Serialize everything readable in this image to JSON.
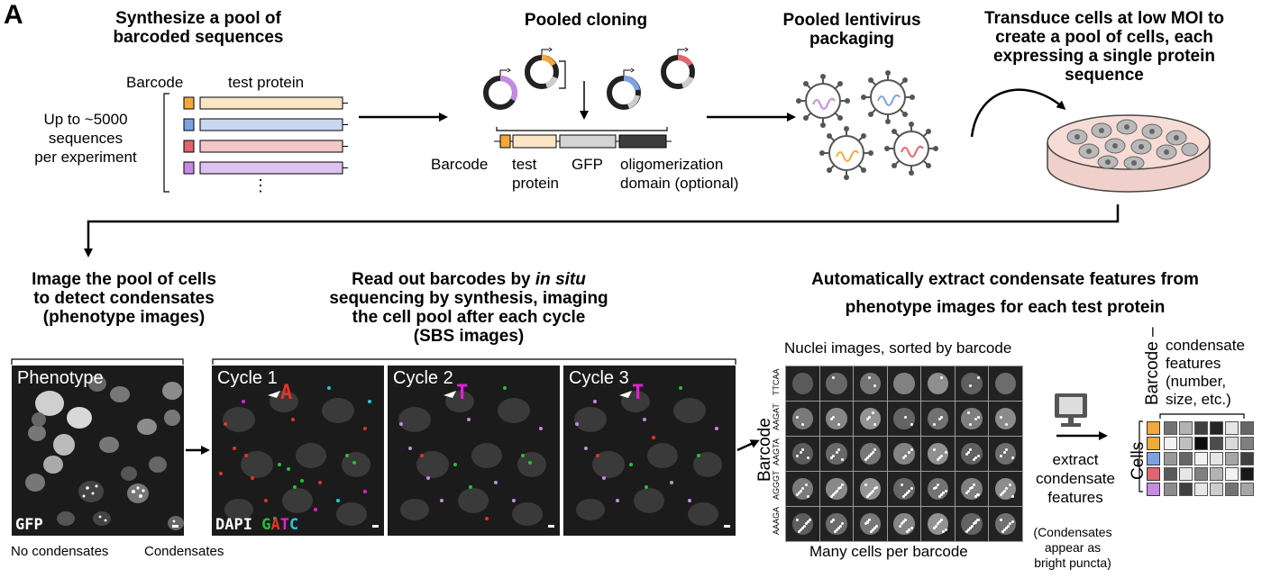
{
  "panel_letter": "A",
  "steps": {
    "synth": {
      "title_l1": "Synthesize a pool of",
      "title_l2": "barcoded sequences",
      "barcode_label": "Barcode",
      "protein_label": "test protein",
      "count_l1": "Up to ~5000",
      "count_l2": "sequences",
      "count_l3": "per experiment",
      "ellipsis": "⋮"
    },
    "cloning": {
      "title": "Pooled cloning",
      "barcode": "Barcode",
      "test_l1": "test",
      "test_l2": "protein",
      "gfp": "GFP",
      "oligo_l1": "oligomerization",
      "oligo_l2": "domain (optional)"
    },
    "packaging": {
      "title_l1": "Pooled lentivirus",
      "title_l2": "packaging"
    },
    "transduce": {
      "l1": "Transduce cells at low MOI to",
      "l2": "create a pool of cells, each",
      "l3": "expressing a single protein",
      "l4": "sequence"
    },
    "image": {
      "l1": "Image the pool of cells",
      "l2": "to detect condensates",
      "l3": "(phenotype images)"
    },
    "readout": {
      "l1a": "Read out barcodes by ",
      "l1b": "in situ",
      "l2": "sequencing by synthesis, imaging",
      "l3": "the cell pool after each cycle",
      "l4": "(SBS images)"
    },
    "extract": {
      "l1": "Automatically extract condensate features from",
      "l2": "phenotype images for each test protein"
    }
  },
  "phenotype_panel": {
    "title": "Phenotype",
    "channel": "GFP",
    "arrow_left": "No condensates",
    "arrow_right": "Condensates"
  },
  "cycles": [
    {
      "title": "Cycle 1",
      "base": "A",
      "color": "#e8332a"
    },
    {
      "title": "Cycle 2",
      "base": "T",
      "color": "#e61fd6"
    },
    {
      "title": "Cycle 3",
      "base": "T",
      "color": "#e61fd6"
    }
  ],
  "channels": {
    "dapi": "DAPI",
    "g": "G",
    "a": "A",
    "t": "T",
    "c": "C"
  },
  "base_colors": {
    "G": "#22c235",
    "A": "#e8332a",
    "T": "#e61fd6",
    "C": "#25c8d8"
  },
  "nuclei": {
    "title": "Nuclei images, sorted by barcode",
    "axis": "Barcode",
    "barcodes": [
      "TTCAA",
      "AAGAT",
      "AAGTA",
      "AGGGT",
      "AAAGA"
    ],
    "footer": "Many cells per barcode",
    "note_l1": "(Condensates",
    "note_l2": "appear as",
    "note_l3": "bright puncta)"
  },
  "extract_label": {
    "l1": "extract",
    "l2": "condensate",
    "l3": "features"
  },
  "heatmap": {
    "cells_label": "Cells",
    "barcode_label": "Barcode",
    "dash": "–",
    "features_l1": "condensate",
    "features_l2": "features",
    "features_l3": "(number,",
    "features_l4": "size, etc.)",
    "row_colors": [
      "#f2a93a",
      "#f2a93a",
      "#7ea2e0",
      "#e0656e",
      "#c58be0"
    ],
    "grid": [
      [
        0.55,
        0.3,
        0.75,
        0.85,
        0.1,
        0.6
      ],
      [
        0.05,
        0.25,
        0.95,
        0.7,
        0.15,
        0.5
      ],
      [
        0.4,
        0.6,
        0.05,
        0.1,
        0.35,
        0.75
      ],
      [
        0.65,
        0.1,
        0.5,
        0.3,
        0.05,
        0.9
      ],
      [
        0.45,
        0.75,
        0.1,
        0.2,
        0.55,
        0.35
      ]
    ]
  },
  "colors": {
    "orange": "#f2a93a",
    "blue": "#7ea2e0",
    "red": "#e0656e",
    "purple": "#c58be0",
    "beige": "#fbe5c5",
    "lightblue": "#c9d7f1",
    "pink": "#f3c7c7",
    "lavender": "#dcc3f1"
  }
}
